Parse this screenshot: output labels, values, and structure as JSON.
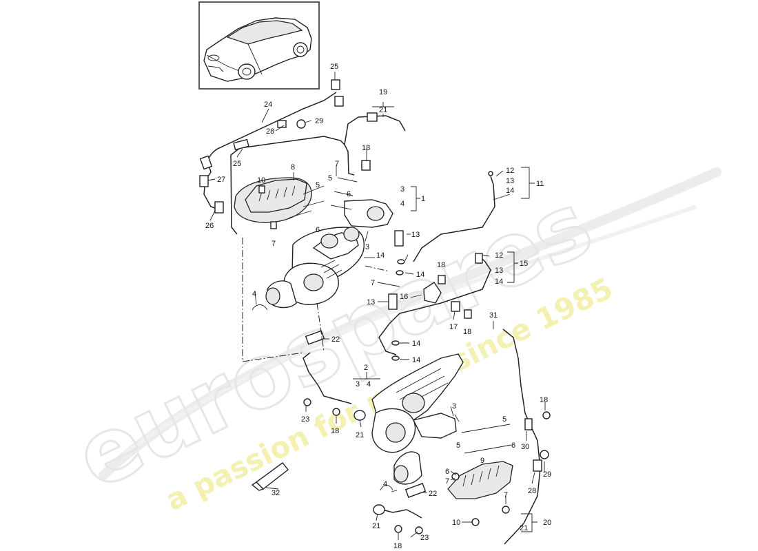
{
  "watermark": {
    "brand": "eurospares",
    "tagline": "a passion for parts since 1985"
  },
  "thumbnail": {
    "icon": "car-icon"
  },
  "callouts": [
    {
      "id": "c25a",
      "text": "25"
    },
    {
      "id": "c19",
      "text": "19"
    },
    {
      "id": "c21a",
      "text": "21"
    },
    {
      "id": "c24",
      "text": "24"
    },
    {
      "id": "c29a",
      "text": "29"
    },
    {
      "id": "c28a",
      "text": "28"
    },
    {
      "id": "c25b",
      "text": "25"
    },
    {
      "id": "c18a",
      "text": "18"
    },
    {
      "id": "c27",
      "text": "27"
    },
    {
      "id": "c26",
      "text": "26"
    },
    {
      "id": "c8",
      "text": "8"
    },
    {
      "id": "c10a",
      "text": "10"
    },
    {
      "id": "c7a",
      "text": "7"
    },
    {
      "id": "c5a",
      "text": "5"
    },
    {
      "id": "c5b",
      "text": "5"
    },
    {
      "id": "c6a",
      "text": "6"
    },
    {
      "id": "c3a",
      "text": "3"
    },
    {
      "id": "c4a",
      "text": "4"
    },
    {
      "id": "c1",
      "text": "1"
    },
    {
      "id": "c12a",
      "text": "12"
    },
    {
      "id": "c13a",
      "text": "13"
    },
    {
      "id": "c14a",
      "text": "14"
    },
    {
      "id": "c11",
      "text": "11"
    },
    {
      "id": "c6b",
      "text": "6"
    },
    {
      "id": "c7b",
      "text": "7"
    },
    {
      "id": "c3b",
      "text": "3"
    },
    {
      "id": "c13b",
      "text": "13"
    },
    {
      "id": "c14b",
      "text": "14"
    },
    {
      "id": "c14c",
      "text": "14"
    },
    {
      "id": "c7c",
      "text": "7"
    },
    {
      "id": "c18b",
      "text": "18"
    },
    {
      "id": "c12b",
      "text": "12"
    },
    {
      "id": "c13c",
      "text": "13"
    },
    {
      "id": "c14d",
      "text": "14"
    },
    {
      "id": "c15",
      "text": "15"
    },
    {
      "id": "c4b",
      "text": "4"
    },
    {
      "id": "c16",
      "text": "16"
    },
    {
      "id": "c13d",
      "text": "13"
    },
    {
      "id": "c17",
      "text": "17"
    },
    {
      "id": "c18c",
      "text": "18"
    },
    {
      "id": "c31",
      "text": "31"
    },
    {
      "id": "c14e",
      "text": "14"
    },
    {
      "id": "c14f",
      "text": "14"
    },
    {
      "id": "c22a",
      "text": "22"
    },
    {
      "id": "c2",
      "text": "2"
    },
    {
      "id": "c3c",
      "text": "3"
    },
    {
      "id": "c4c",
      "text": "4"
    },
    {
      "id": "c3d",
      "text": "3"
    },
    {
      "id": "c18d",
      "text": "18"
    },
    {
      "id": "c23a",
      "text": "23"
    },
    {
      "id": "c18e",
      "text": "18"
    },
    {
      "id": "c21b",
      "text": "21"
    },
    {
      "id": "c5c",
      "text": "5"
    },
    {
      "id": "c5d",
      "text": "5"
    },
    {
      "id": "c6c",
      "text": "6"
    },
    {
      "id": "c30",
      "text": "30"
    },
    {
      "id": "c6d",
      "text": "6"
    },
    {
      "id": "c9",
      "text": "9"
    },
    {
      "id": "c29b",
      "text": "29"
    },
    {
      "id": "c28b",
      "text": "28"
    },
    {
      "id": "c7d",
      "text": "7"
    },
    {
      "id": "c4d",
      "text": "4"
    },
    {
      "id": "c22b",
      "text": "22"
    },
    {
      "id": "c7e",
      "text": "7"
    },
    {
      "id": "c32",
      "text": "32"
    },
    {
      "id": "c21c",
      "text": "21"
    },
    {
      "id": "c10b",
      "text": "10"
    },
    {
      "id": "c20",
      "text": "20"
    },
    {
      "id": "c21d",
      "text": "21"
    },
    {
      "id": "c18f",
      "text": "18"
    },
    {
      "id": "c23b",
      "text": "23"
    }
  ]
}
